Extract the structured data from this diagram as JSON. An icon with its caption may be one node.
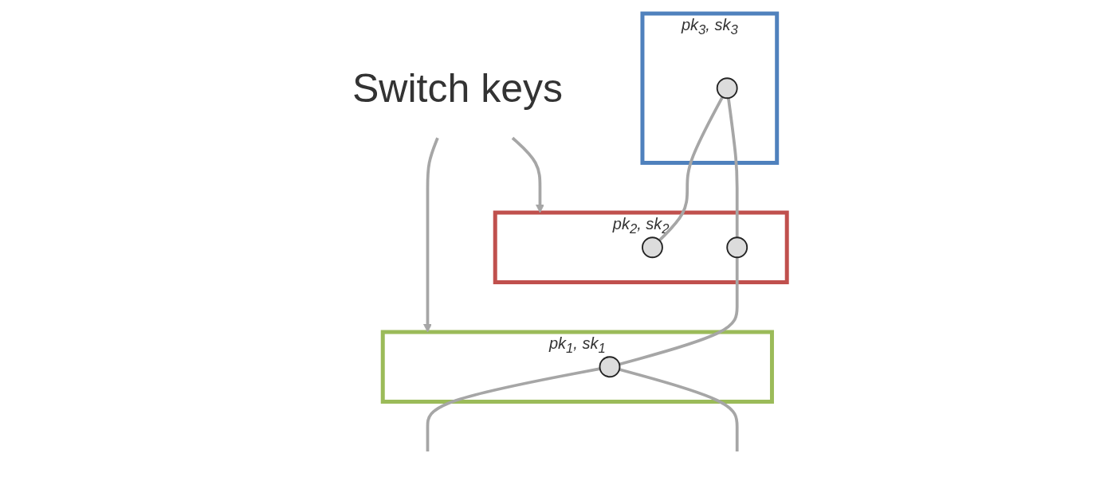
{
  "diagram": {
    "nodes": [
      {
        "text": [
          "Switch keys"
        ]
      },
      {
        "text": [
          "pk$_{3}$, sk$_{3}$"
        ]
      },
      {
        "text": [],
        "shape": "circle",
        "in": 1
      },
      {
        "text": [
          "pk$_{2}$, sk$_{2}$"
        ]
      },
      {
        "text": [],
        "shape": "circle",
        "in": 3
      },
      {
        "text": [],
        "shape": "circle",
        "in": 3
      },
      {
        "text": [
          "pk$_{1}$, sk$_{1}$"
        ]
      },
      {
        "text": [],
        "shape": "circle",
        "in": 6
      }
    ],
    "edges": [
      {
        "from": 0,
        "to": 3,
        "arrow": "to"
      },
      {
        "from": 0,
        "to": 6,
        "arrow": "to"
      },
      {
        "from": 2,
        "to": 4,
        "arrow": "none"
      },
      {
        "from": 2,
        "to": 5,
        "arrow": "none"
      },
      {
        "from": 5,
        "to": 7,
        "arrow": "none"
      },
      {
        "from": 7,
        "to": null,
        "arrow": "none"
      },
      {
        "from": 7,
        "to": null,
        "arrow": "none"
      }
    ]
  }
}
